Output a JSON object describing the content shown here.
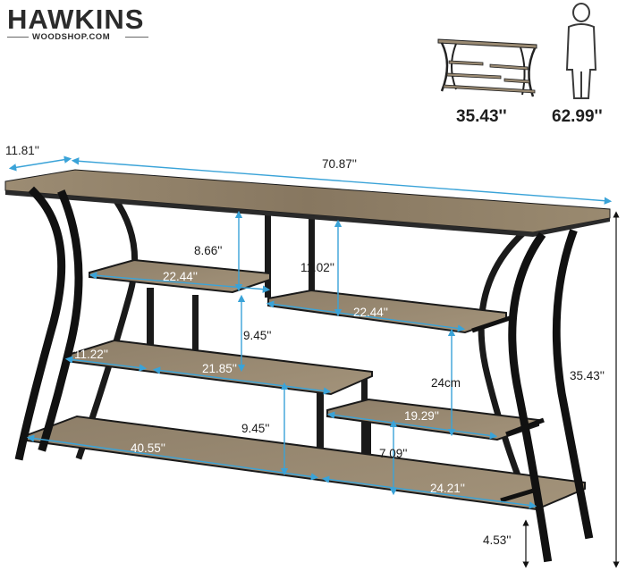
{
  "brand": {
    "name": "HAWKINS",
    "site": "WOODSHOP.COM"
  },
  "comparison": {
    "table_height": "35.43''",
    "person_height": "62.99''",
    "icons": [
      "mini-table-icon",
      "person-silhouette-icon"
    ]
  },
  "dimensions": {
    "depth": "11.81''",
    "width": "70.87''",
    "height": "35.43''",
    "top_gap_left": "8.66''",
    "top_gap_right": "11.02''",
    "upper_left_shelf": "22.44''",
    "upper_right_shelf": "22.44''",
    "middle_gap": "9.45''",
    "middle_shelf_small": "11.22''",
    "middle_shelf_long": "21.85''",
    "side_gap": "24cm",
    "lower_gap": "9.45''",
    "step_shelf": "19.29''",
    "bottom_left_shelf": "40.55''",
    "step_gap": "7.09''",
    "bottom_right_shelf": "24.21''",
    "floor_clearance": "4.53''"
  },
  "colors": {
    "dimension_line": "#3aa3d8",
    "frame": "#151515",
    "wood": "#8a7a64",
    "wood_light": "#a8987f"
  }
}
